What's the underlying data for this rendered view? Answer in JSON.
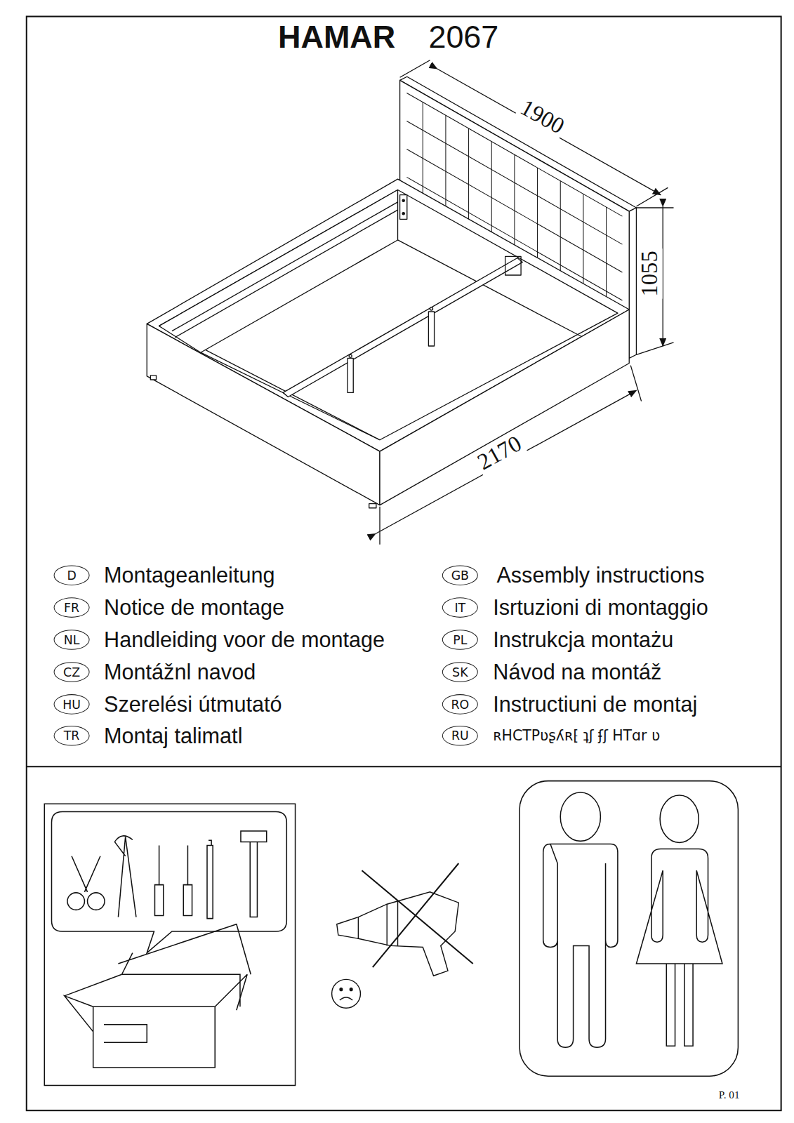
{
  "diagram": {
    "title": "HAMAR",
    "nodes": [
      {
        "text": [
          "D"
        ]
      },
      {
        "text": [
          "GB"
        ]
      },
      {
        "text": [
          "FR"
        ]
      },
      {
        "text": [
          "IT"
        ]
      },
      {
        "text": [
          "NL"
        ]
      },
      {
        "text": [
          "PL"
        ]
      },
      {
        "text": [
          "CZ"
        ]
      },
      {
        "text": [
          "SK"
        ]
      },
      {
        "text": [
          "HU"
        ]
      },
      {
        "text": [
          "RO"
        ]
      },
      {
        "text": [
          "TR"
        ]
      },
      {
        "text": [
          "RU"
        ]
      }
    ],
    "labels": [
      "2067",
      "1900",
      "1055",
      "2170",
      "Montageanleitung",
      "Assembly instructions",
      "Notice de montage",
      "Isrtuzioni di montaggio",
      "Handleiding voor de montage",
      "Instrukcja montażu",
      "Montážnl navod",
      "Návod na montáž",
      "Szerelési útmutató",
      "Instructiuni de montaj",
      "Montaj talimatl",
      "ʀHCTPʋʂʎʀ⁅ ʇʃ ʄʃ HTɑr ʋ",
      "P. 01"
    ]
  }
}
